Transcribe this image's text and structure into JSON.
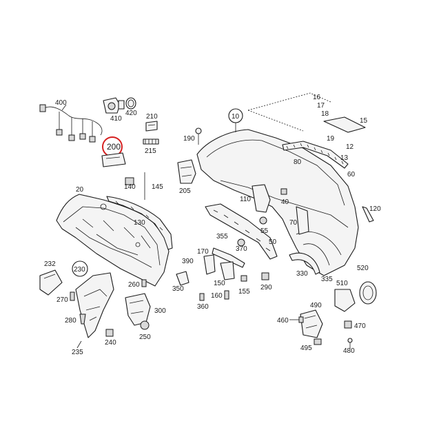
{
  "diagram": {
    "highlight_color": "#d62020",
    "line_color": "#1a1a1a",
    "highlighted_label": "200",
    "labels": {
      "p400": "400",
      "p410": "410",
      "p420": "420",
      "p210": "210",
      "p215": "215",
      "p200": "200",
      "p140": "140",
      "p145": "145",
      "p20": "20",
      "p130": "130",
      "p232": "232",
      "p230": "230",
      "p270": "270",
      "p280": "280",
      "p235": "235",
      "p240": "240",
      "p250": "250",
      "p260": "260",
      "p300": "300",
      "p190": "190",
      "p205": "205",
      "p10": "10",
      "p16": "16",
      "p17": "17",
      "p18": "18",
      "p15": "15",
      "p19": "19",
      "p12": "12",
      "p13": "13",
      "p80": "80",
      "p60": "60",
      "p110": "110",
      "p40": "40",
      "p120": "120",
      "p70": "70",
      "p55": "55",
      "p50": "50",
      "p370": "370",
      "p355": "355",
      "p170": "170",
      "p390": "390",
      "p350": "350",
      "p360": "360",
      "p150": "150",
      "p160": "160",
      "p155": "155",
      "p330": "330",
      "p335": "335",
      "p510": "510",
      "p520": "520",
      "p490": "490",
      "p460": "460",
      "p470": "470",
      "p480": "480",
      "p495": "495",
      "p290": "290"
    }
  }
}
